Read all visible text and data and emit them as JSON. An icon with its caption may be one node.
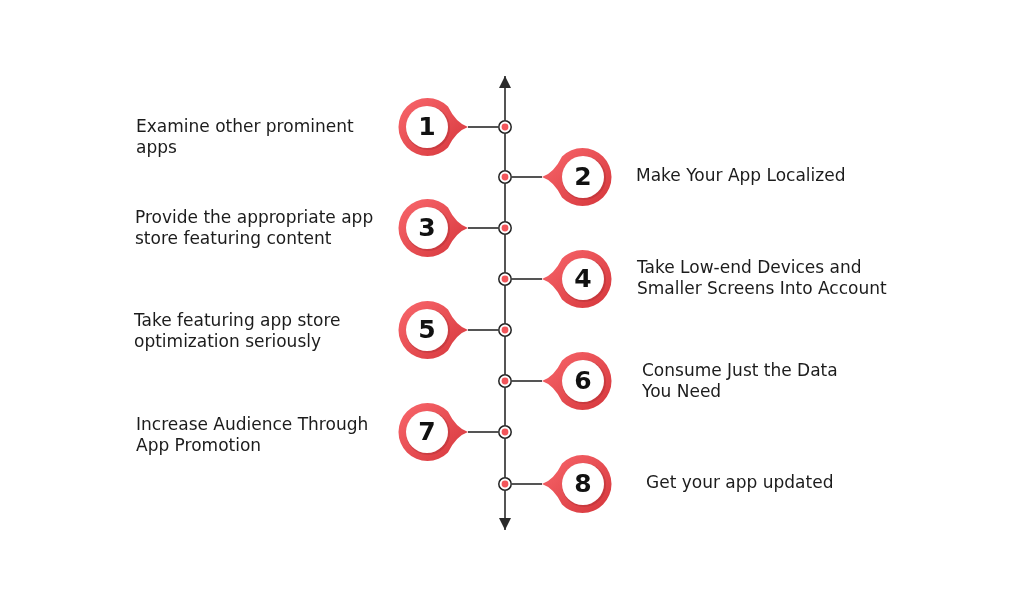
{
  "diagram": {
    "nodes": [
      {
        "text": [
          "1"
        ],
        "beside": [
          "Examine other prominent apps"
        ]
      },
      {
        "text": [],
        "shape": "circle"
      },
      {
        "text": [],
        "shape": "circle"
      },
      {
        "text": [
          "2"
        ],
        "beside": [
          "Make Your App Localized"
        ]
      },
      {
        "text": [
          "3"
        ],
        "beside": [
          "Provide the appropriate app store featuring content"
        ]
      },
      {
        "text": [],
        "shape": "circle"
      },
      {
        "text": [],
        "shape": "circle"
      },
      {
        "text": [
          "4"
        ],
        "beside": [
          "Take Low-end Devices and Smaller Screens Into Account"
        ]
      },
      {
        "text": [
          "5"
        ],
        "beside": [
          "Take featuring app store optimization seriously"
        ]
      },
      {
        "text": [],
        "shape": "circle"
      },
      {
        "text": [],
        "shape": "circle"
      },
      {
        "text": [
          "6"
        ],
        "beside": [
          "Consume Just the Data You Need"
        ]
      },
      {
        "text": [
          "7"
        ],
        "beside": [
          "Increase Audience Through App Promotion"
        ]
      },
      {
        "text": [],
        "shape": "circle"
      },
      {
        "text": [],
        "shape": "circle"
      },
      {
        "text": [
          "8"
        ],
        "beside": [
          "Get your app updated"
        ]
      }
    ],
    "edges": [
      {
        "from": 1,
        "to": null,
        "arrow": "to"
      },
      {
        "from": 0,
        "to": 1,
        "arrow": "none"
      },
      {
        "from": 1,
        "to": 2,
        "arrow": "none"
      },
      {
        "from": 3,
        "to": 2,
        "arrow": "none"
      },
      {
        "from": 2,
        "to": 5,
        "arrow": "none"
      },
      {
        "from": 4,
        "to": 5,
        "arrow": "none"
      },
      {
        "from": 5,
        "to": 6,
        "arrow": "none"
      },
      {
        "from": 7,
        "to": 6,
        "arrow": "none"
      },
      {
        "from": 6,
        "to": 9,
        "arrow": "none"
      },
      {
        "from": 8,
        "to": 9,
        "arrow": "none"
      },
      {
        "from": 9,
        "to": 10,
        "arrow": "none"
      },
      {
        "from": 11,
        "to": 10,
        "arrow": "none"
      },
      {
        "from": 10,
        "to": 13,
        "arrow": "none"
      },
      {
        "from": 12,
        "to": 13,
        "arrow": "none"
      },
      {
        "from": 13,
        "to": 14,
        "arrow": "none"
      },
      {
        "from": 15,
        "to": 14,
        "arrow": "none"
      },
      {
        "from": 14,
        "to": null,
        "arrow": "to"
      }
    ]
  }
}
